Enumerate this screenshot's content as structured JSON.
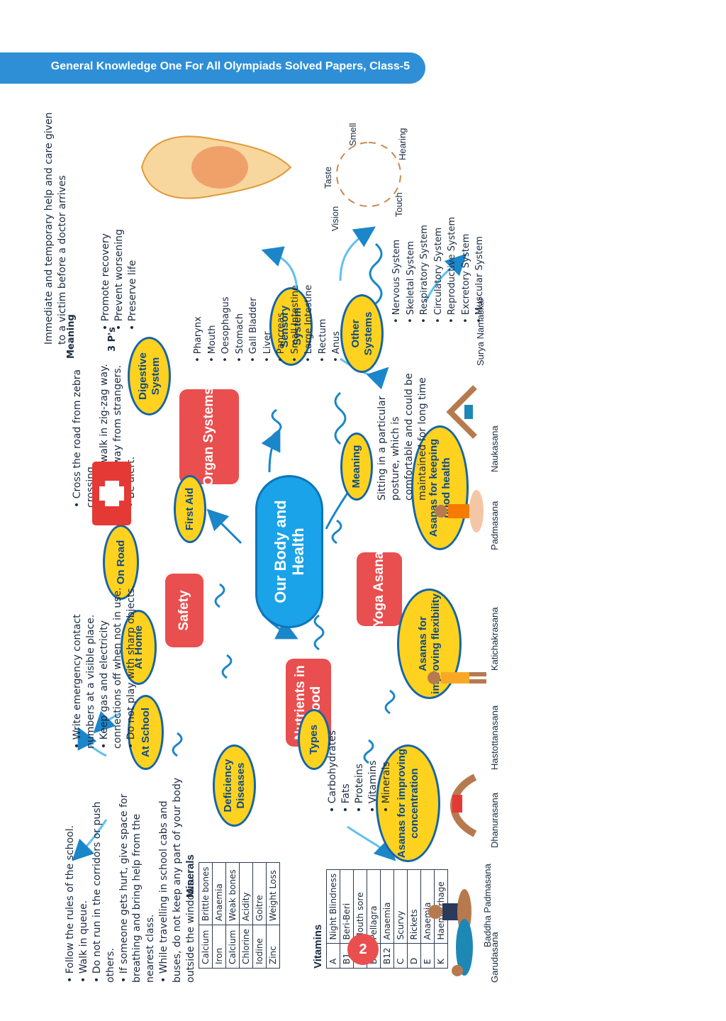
{
  "header": {
    "title": "General Knowledge One For All Olympiads Solved Papers, Class-5"
  },
  "page_number": "2",
  "center": {
    "label": "Our Body and Health"
  },
  "branches": {
    "organ_systems": "Organ Systems",
    "safety": "Safety",
    "nutrients": "Nutrients in Food",
    "yoga": "Yoga Asana"
  },
  "nodes": {
    "digestive": "Digestive System",
    "sensory": "Sensory System",
    "other_systems": "Other Systems",
    "first_aid": "First Aid",
    "on_road": "On Road",
    "at_home": "At Home",
    "at_school": "At School",
    "types": "Types",
    "deficiency": "Deficiency Diseases",
    "meaning_yoga": "Meaning",
    "asanas_health": "Asanas for keeping good health",
    "asanas_flex": "Asanas for improving flexibility",
    "asanas_conc": "Asanas for improving concentration",
    "meaning_fa": "Meaning",
    "three_ps": "3 P's"
  },
  "texts": {
    "first_aid_meaning": "Immediate and temporary help and care given to a victim before a doctor arrives",
    "three_ps_list": "• Promote recovery\n• Prevent worsening\n• Preserve life",
    "digestive_list": "• Pharynx\n• Mouth\n• Oesophagus\n• Stomach\n• Gall Bladder\n• Liver\n• Pancreas\n• Small Intestine\n• Large Intestine\n• Rectum\n• Anus",
    "other_list": "• Nervous System\n• Skeletal System\n• Respiratory System\n• Circulatory System\n• Reproductive System\n• Excretory System\n• Muscular System",
    "on_road_list": "• Cross the road from zebra crossing.\n• Do not walk in zig-zag way.\n• Keep away from strangers.\n• Be alert.",
    "at_home_list": "• Write emergency contact numbers at a visible place.\n• Keep gas and electricity connections off when not in use.\n• Do not play with sharp objects.",
    "at_school_list": "• Follow the rules of the school.\n• Walk in queue.\n• Do not run in the corridors or push others.\n• If someone gets hurt, give space for breathing and bring help from the nearest class.\n• While travelling in school cabs and buses, do not keep any part of your body outside the windows.",
    "types_list": "• Carbohydrates\n• Fats\n• Proteins\n• Vitamins\n• Minerals",
    "yoga_meaning": "Sitting in a particular posture, which is comfortable and could be maintained for long time"
  },
  "senses": [
    "Smell",
    "Hearing",
    "Touch",
    "Vision",
    "Taste"
  ],
  "minerals": {
    "title": "Minerals",
    "rows": [
      [
        "Calcium",
        "Brittle bones"
      ],
      [
        "Iron",
        "Anaemia"
      ],
      [
        "Calcium",
        "Weak bones"
      ],
      [
        "Chlorine",
        "Acidity"
      ],
      [
        "Iodine",
        "Goitre"
      ],
      [
        "Zinc",
        "Weight Loss"
      ]
    ]
  },
  "vitamins": {
    "title": "Vitamins",
    "rows": [
      [
        "A",
        "Night Blindness"
      ],
      [
        "B1",
        "Beri-Beri"
      ],
      [
        "B2",
        "Mouth sore"
      ],
      [
        "B3",
        "Pellagra"
      ],
      [
        "B12",
        "Anaemia"
      ],
      [
        "C",
        "Scurvy"
      ],
      [
        "D",
        "Rickets"
      ],
      [
        "E",
        "Anaemia"
      ],
      [
        "K",
        "Haemorrhage"
      ]
    ]
  },
  "asanas": {
    "naukasana": "Naukasana",
    "surya": "Surya Namaskar",
    "padmasana": "Padmasana",
    "katichakrasana": "Katichakrasana",
    "hastottanasana": "Hastottanasana",
    "dhanurasana": "Dhanurasana",
    "baddha": "Baddha Padmasana",
    "garudasana": "Garudasana"
  },
  "colors": {
    "header": "#2e8fd6",
    "center": "#1aa3e8",
    "branch": "#e94f4f",
    "node": "#ffd21f",
    "arrow": "#1b86c9"
  }
}
